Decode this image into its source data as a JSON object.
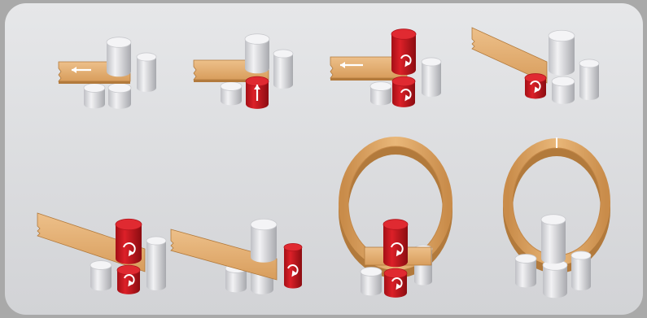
{
  "figure": {
    "subject": "rolling-process-sequence",
    "panel_count": 8,
    "colors": {
      "frame_outer": "#a9a9a9",
      "panel": "#e3e4e6",
      "panel_bottom": "#d0d1d4",
      "roller_inactive": "#dcdce0",
      "roller_inactive_shade": "#a6a7ad",
      "roller_active": "#c8151d",
      "roller_active_shade": "#7e0b10",
      "strip": "#e2ad70",
      "strip_shade": "#b27a3c",
      "arrow": "#ffffff"
    },
    "steps": [
      {
        "step": 1,
        "strip": "straight-horizontal",
        "active_rollers": [],
        "arrows": [
          "feed-left"
        ]
      },
      {
        "step": 2,
        "strip": "straight-horizontal",
        "active_rollers": [
          "lower-front"
        ],
        "arrows": [
          "roller-up"
        ]
      },
      {
        "step": 3,
        "strip": "straight-horizontal",
        "active_rollers": [
          "top",
          "lower-front"
        ],
        "arrows": [
          "feed-left",
          "rotate-top",
          "rotate-lower"
        ]
      },
      {
        "step": 4,
        "strip": "bent-up-left",
        "active_rollers": [
          "lower-front"
        ],
        "arrows": [
          "rotate-lower"
        ]
      },
      {
        "step": 5,
        "strip": "bent-up-left",
        "active_rollers": [
          "top",
          "lower-front"
        ],
        "arrows": [
          "rotate-top",
          "rotate-lower"
        ]
      },
      {
        "step": 6,
        "strip": "bent-both-ends",
        "active_rollers": [
          "side-right"
        ],
        "arrows": [
          "rotate-side"
        ]
      },
      {
        "step": 7,
        "strip": "ring-open",
        "active_rollers": [
          "top",
          "lower-front"
        ],
        "arrows": [
          "rotate-top",
          "rotate-lower"
        ]
      },
      {
        "step": 8,
        "strip": "ring-closed-seam",
        "active_rollers": [],
        "arrows": []
      }
    ]
  }
}
